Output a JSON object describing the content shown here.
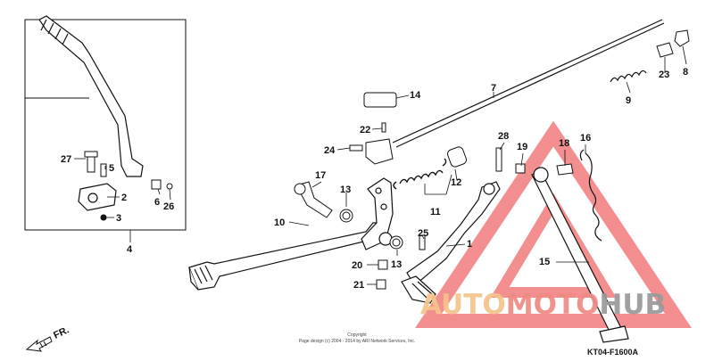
{
  "diagram": {
    "callouts": [
      {
        "id": "1",
        "text": "1"
      },
      {
        "id": "2",
        "text": "2"
      },
      {
        "id": "3",
        "text": "3"
      },
      {
        "id": "4",
        "text": "4"
      },
      {
        "id": "5",
        "text": "5"
      },
      {
        "id": "6",
        "text": "6"
      },
      {
        "id": "7",
        "text": "7"
      },
      {
        "id": "8",
        "text": "8"
      },
      {
        "id": "9",
        "text": "9"
      },
      {
        "id": "10",
        "text": "10"
      },
      {
        "id": "11",
        "text": "11"
      },
      {
        "id": "12",
        "text": "12"
      },
      {
        "id": "13a",
        "text": "13"
      },
      {
        "id": "13b",
        "text": "13"
      },
      {
        "id": "14",
        "text": "14"
      },
      {
        "id": "15",
        "text": "15"
      },
      {
        "id": "16",
        "text": "16"
      },
      {
        "id": "17",
        "text": "17"
      },
      {
        "id": "18",
        "text": "18"
      },
      {
        "id": "19",
        "text": "19"
      },
      {
        "id": "20",
        "text": "20"
      },
      {
        "id": "21",
        "text": "21"
      },
      {
        "id": "22",
        "text": "22"
      },
      {
        "id": "23",
        "text": "23"
      },
      {
        "id": "24",
        "text": "24"
      },
      {
        "id": "25",
        "text": "25"
      },
      {
        "id": "26",
        "text": "26"
      },
      {
        "id": "27",
        "text": "27"
      },
      {
        "id": "28",
        "text": "28"
      }
    ],
    "fr_label": "FR.",
    "copyright_line1": "Copyright",
    "copyright_line2": "Page design (c) 2004 - 2014 by ARI Network Services, Inc.",
    "diagram_code": "KT04-F1600A"
  },
  "watermark": {
    "part1": "AUTO",
    "part2": "MOTO",
    "part3": "HUB",
    "color_auto": "#f5c48a",
    "color_moto": "#f08a84",
    "color_hub": "#9a9a9a",
    "triangle_color": "#f06a6a"
  }
}
